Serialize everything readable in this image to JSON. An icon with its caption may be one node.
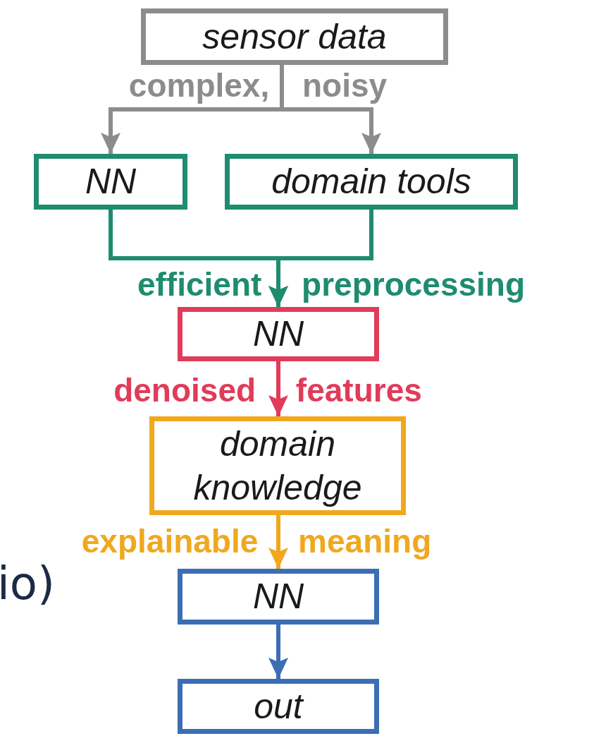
{
  "diagram": {
    "nodes": [
      {
        "text": [
          "sensor data"
        ]
      },
      {
        "text": [
          "NN"
        ]
      },
      {
        "text": [
          "domain tools"
        ]
      },
      {
        "text": [
          "NN"
        ]
      },
      {
        "text": [
          "domain knowledge"
        ]
      },
      {
        "text": [
          "NN"
        ]
      },
      {
        "text": [
          "out"
        ]
      }
    ],
    "edges": [
      {
        "from": 0,
        "to": 1,
        "arrow": "to",
        "label": "complex, noisy",
        "color": "#8c8c8c"
      },
      {
        "from": 0,
        "to": 2,
        "arrow": "to",
        "color": "#8c8c8c"
      },
      {
        "from": 1,
        "to": 3,
        "arrow": "to",
        "label": "efficient preprocessing",
        "color": "#1e8c6e"
      },
      {
        "from": 2,
        "to": 3,
        "arrow": "to",
        "color": "#1e8c6e"
      },
      {
        "from": 3,
        "to": 4,
        "arrow": "to",
        "label": "denoised features",
        "color": "#e03c5a"
      },
      {
        "from": 4,
        "to": 5,
        "arrow": "to",
        "label": "explainable meaning",
        "color": "#f0a81e"
      },
      {
        "from": 5,
        "to": 6,
        "arrow": "to",
        "color": "#3c6eb4"
      }
    ],
    "labels": [
      "io)"
    ]
  }
}
